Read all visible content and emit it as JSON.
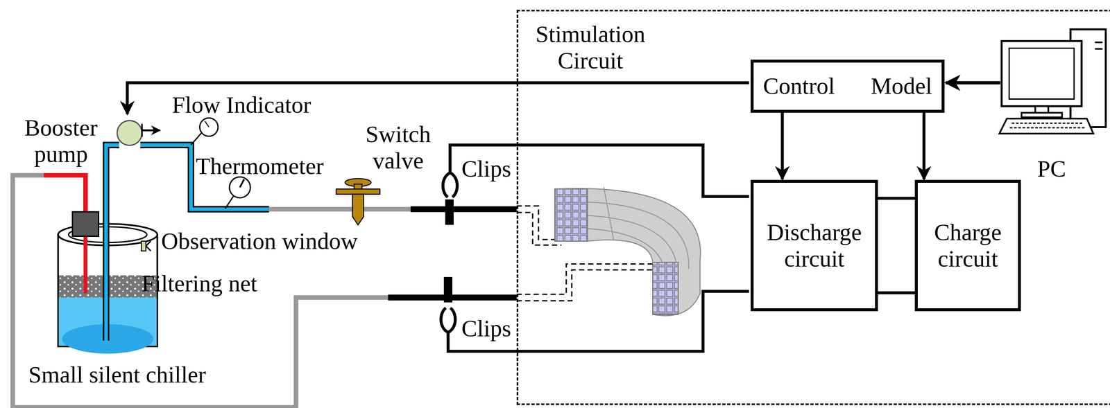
{
  "diagram": {
    "nodes": [
      {
        "text": [
          "Stimulation Circuit"
        ]
      },
      {
        "text": [
          "Control",
          "Model"
        ],
        "in": 0
      },
      {
        "text": [
          "Discharge circuit"
        ],
        "in": 0
      },
      {
        "text": [
          "Charge circuit"
        ],
        "in": 0
      }
    ],
    "edges": [
      {
        "from": 1,
        "to": 2,
        "arrow": "to"
      },
      {
        "from": 1,
        "to": 3,
        "arrow": "to"
      },
      {
        "from": 2,
        "to": 3,
        "arrow": "none"
      },
      {
        "from": 2,
        "to": 3,
        "arrow": "none"
      }
    ],
    "labels": [
      "Booster pump",
      "Flow Indicator",
      "Thermometer",
      "Switch valve",
      "Clips",
      "Clips",
      "Observation window",
      "Filtering net",
      "Small silent chiller",
      "PC"
    ]
  }
}
